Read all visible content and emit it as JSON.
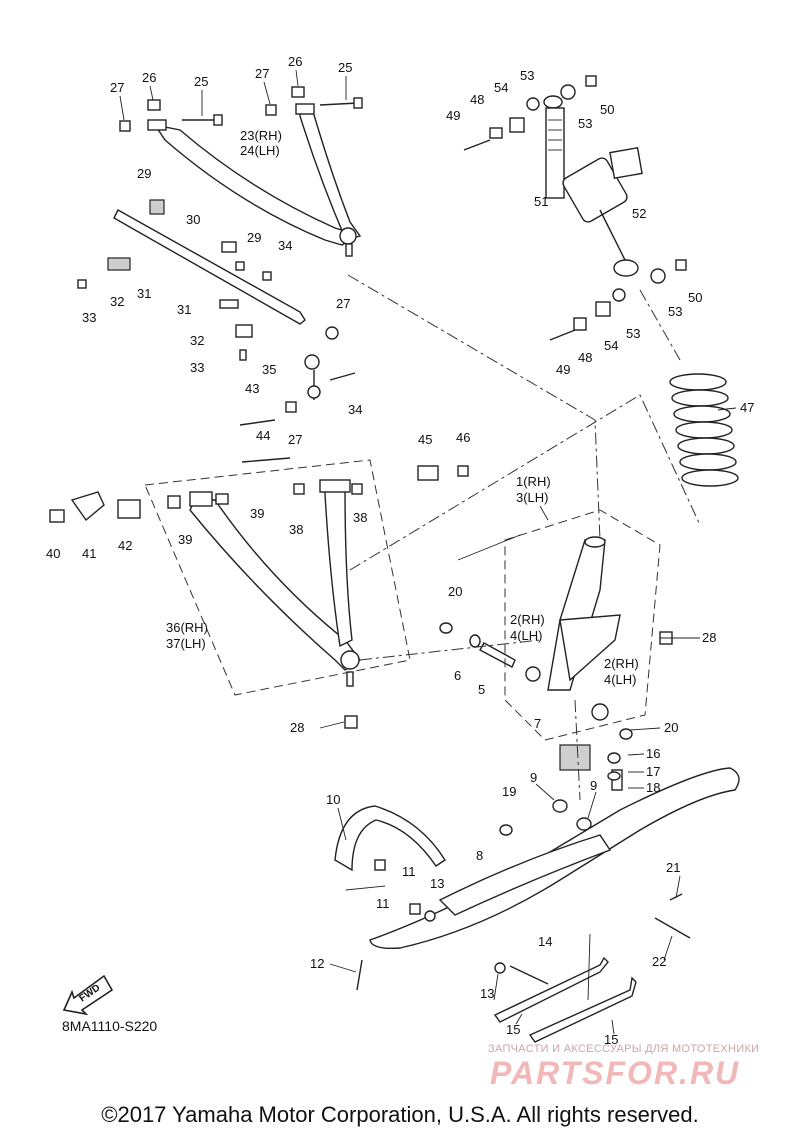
{
  "diagram": {
    "code": "8MA1110-S220",
    "fwd_label": "FWD",
    "callouts": {
      "c1": "1(RH)",
      "c3": "3(LH)",
      "c2a": "2(RH)",
      "c4a": "4(LH)",
      "c2b": "2(RH)",
      "c4b": "4(LH)",
      "c5": "5",
      "c6": "6",
      "c7": "7",
      "c8": "8",
      "c9a": "9",
      "c9b": "9",
      "c10": "10",
      "c11a": "11",
      "c11b": "11",
      "c12": "12",
      "c13a": "13",
      "c13b": "13",
      "c14": "14",
      "c15a": "15",
      "c15b": "15",
      "c16": "16",
      "c17": "17",
      "c18": "18",
      "c19": "19",
      "c20a": "20",
      "c20b": "20",
      "c21": "21",
      "c22": "22",
      "c23": "23(RH)",
      "c24": "24(LH)",
      "c25a": "25",
      "c25b": "25",
      "c26a": "26",
      "c26b": "26",
      "c27a": "27",
      "c27b": "27",
      "c27c": "27",
      "c27d": "27",
      "c28a": "28",
      "c28b": "28",
      "c29a": "29",
      "c29b": "29",
      "c30": "30",
      "c31a": "31",
      "c31b": "31",
      "c32a": "32",
      "c32b": "32",
      "c33a": "33",
      "c33b": "33",
      "c34a": "34",
      "c34b": "34",
      "c35": "35",
      "c36": "36(RH)",
      "c37": "37(LH)",
      "c38a": "38",
      "c38b": "38",
      "c39a": "39",
      "c39b": "39",
      "c40": "40",
      "c41": "41",
      "c42": "42",
      "c43": "43",
      "c44": "44",
      "c45": "45",
      "c46": "46",
      "c47": "47",
      "c48a": "48",
      "c48b": "48",
      "c49a": "49",
      "c49b": "49",
      "c50a": "50",
      "c50b": "50",
      "c51": "51",
      "c52": "52",
      "c53a": "53",
      "c53b": "53",
      "c53c": "53",
      "c53d": "53",
      "c54a": "54",
      "c54b": "54"
    }
  },
  "watermark": {
    "tagline": "ЗАПЧАСТИ И АКСЕССУАРЫ ДЛЯ МОТОТЕХНИКИ",
    "logo": "PARTSFOR.RU"
  },
  "copyright": "©2017 Yamaha Motor Corporation, U.S.A. All rights reserved."
}
